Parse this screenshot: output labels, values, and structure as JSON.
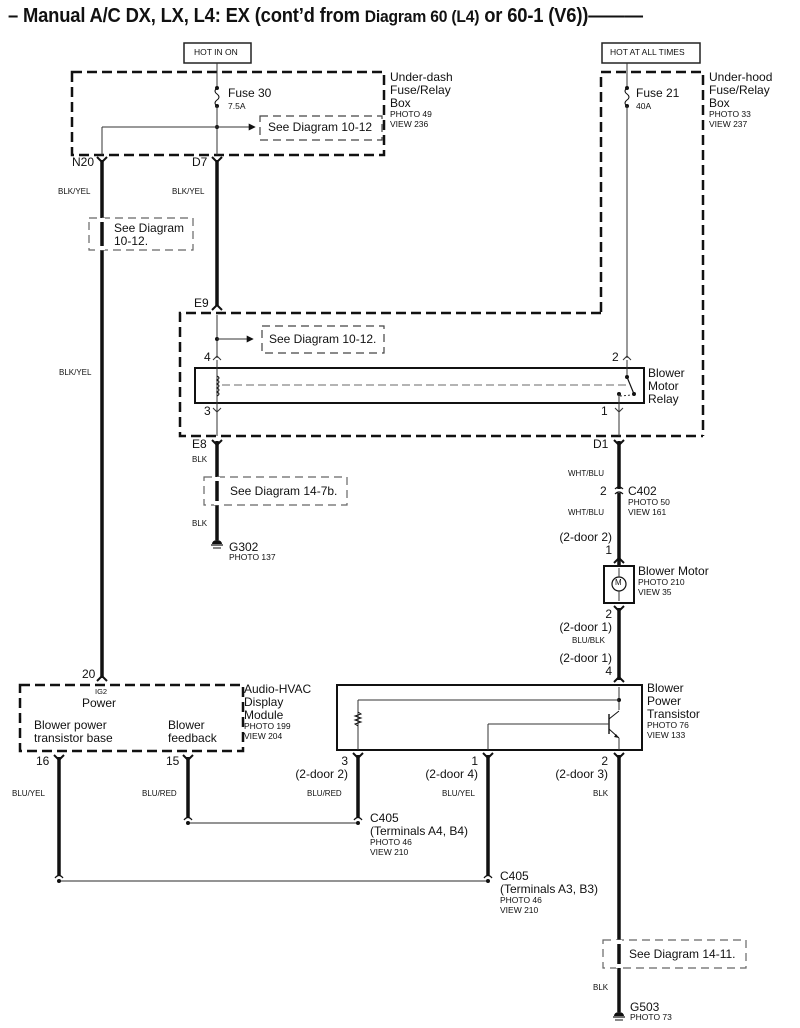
{
  "title": {
    "prefix": "– Manual A/C DX, LX, L4: EX (cont’d from ",
    "diagram_ref": "Diagram 60 (L4)",
    "suffix": "  or 60-1 (V6))———"
  },
  "power_sources": {
    "hot_in_on": "HOT IN ON",
    "hot_at_all_times": "HOT AT ALL TIMES"
  },
  "under_dash_box": {
    "name_lines": [
      "Under-dash",
      "Fuse/Relay",
      "Box"
    ],
    "photo": "PHOTO 49",
    "view": "VIEW 236",
    "fuse_name": "Fuse 30",
    "fuse_rating": "7.5A",
    "see_diagram": "See Diagram 10-12",
    "terminals": [
      "N20",
      "D7"
    ]
  },
  "under_hood_box": {
    "name_lines": [
      "Under-hood",
      "Fuse/Relay",
      "Box"
    ],
    "photo": "PHOTO 33",
    "view": "VIEW 237",
    "fuse_name": "Fuse 21",
    "fuse_rating": "40A"
  },
  "wires": {
    "n20_top": "BLK/YEL",
    "d7": "BLK/YEL",
    "n20_mid": "BLK/YEL",
    "e8_top": "BLK",
    "e8_bottom": "BLK",
    "d1_top": "WHT/BLU",
    "c402_bottom": "WHT/BLU",
    "motor_to_transistor": "BLU/BLK",
    "pin16": "BLU/YEL",
    "pin15": "BLU/RED",
    "transistor_3": "BLU/RED",
    "transistor_1": "BLU/YEL",
    "transistor_2": "BLK",
    "g503": "BLK"
  },
  "see_diagram_notes": {
    "n20_line": [
      "See Diagram",
      "10-12."
    ],
    "relay_box": "See Diagram 10-12.",
    "ground_g302": "See Diagram 14-7b.",
    "ground_g503": "See Diagram 14-11."
  },
  "relay": {
    "name_lines": [
      "Blower",
      "Motor",
      "Relay"
    ],
    "terminals": {
      "E9": "E9",
      "E8": "E8",
      "D1": "D1"
    },
    "pins": {
      "coil_in": "4",
      "coil_out": "3",
      "switch_in": "2",
      "switch_out": "1"
    }
  },
  "ground_g302": {
    "name": "G302",
    "photo": "PHOTO 137"
  },
  "ground_g503": {
    "name": "G503",
    "photo": "PHOTO 73"
  },
  "c402": {
    "pin": "2",
    "name": "C402",
    "photo": "PHOTO 50",
    "view": "VIEW 161"
  },
  "blower_motor": {
    "name": "Blower Motor",
    "photo": "PHOTO 210",
    "view": "VIEW 35",
    "symbol": "M",
    "pin_top_variant": "(2-door 2)",
    "pin_top": "1",
    "pin_bottom": "2",
    "pin_bottom_variant": "(2-door 1)"
  },
  "transistor": {
    "name_lines": [
      "Blower",
      "Power",
      "Transistor"
    ],
    "photo": "PHOTO 76",
    "view": "VIEW 133",
    "pin_top_variant": "(2-door 1)",
    "pin_top": "4",
    "pins": [
      {
        "num": "3",
        "variant": "(2-door 2)"
      },
      {
        "num": "1",
        "variant": "(2-door 4)"
      },
      {
        "num": "2",
        "variant": "(2-door 3)"
      }
    ]
  },
  "hvac_module": {
    "name_lines": [
      "Audio-HVAC",
      "Display",
      "Module"
    ],
    "photo": "PHOTO 199",
    "view": "VIEW 204",
    "pin_power": "20",
    "ig2": "IG2",
    "power_label": "Power",
    "base_label_lines": [
      "Blower power",
      "transistor base"
    ],
    "feedback_label_lines": [
      "Blower",
      "feedback"
    ],
    "pin_base": "16",
    "pin_feedback": "15"
  },
  "c405_a4b4": {
    "name": "C405",
    "terminals": "(Terminals A4, B4)",
    "photo": "PHOTO 46",
    "view": "VIEW 210"
  },
  "c405_a3b3": {
    "name": "C405",
    "terminals": "(Terminals A3, B3)",
    "photo": "PHOTO 46",
    "view": "VIEW 210"
  }
}
